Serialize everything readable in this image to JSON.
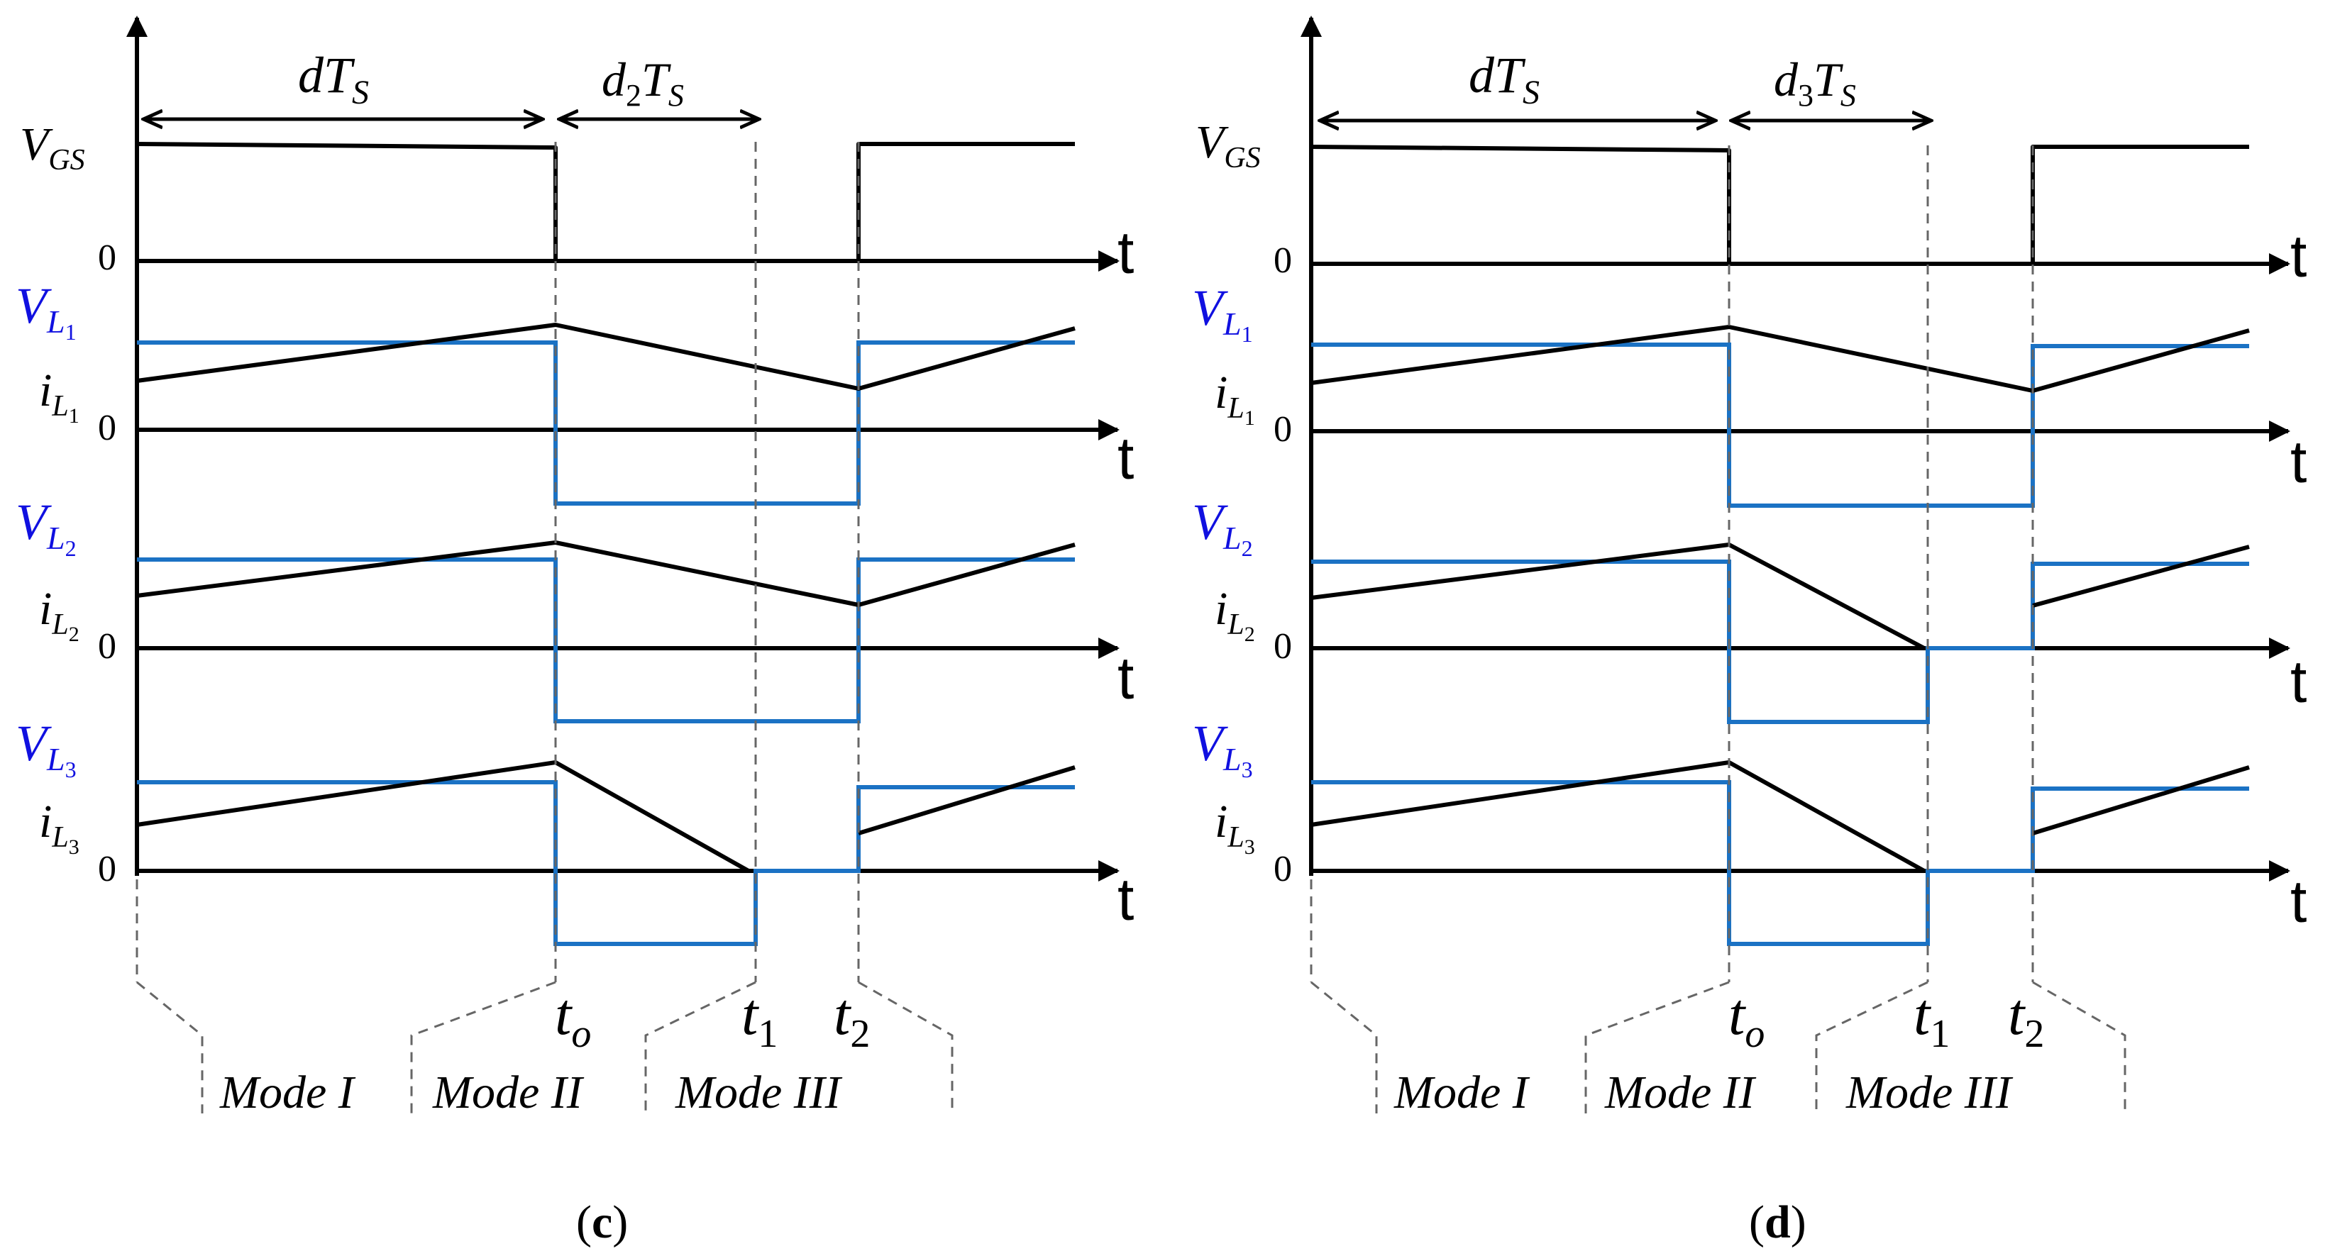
{
  "panels": [
    {
      "caption_open": "(",
      "caption_letter": "c",
      "caption_close": ")",
      "dTs_main": "dT",
      "dTs_sub": "S",
      "d2_main": "d",
      "d2_sub1": "2",
      "d2_T": "T",
      "d2_sub2": "S",
      "vgs_main": "V",
      "vgs_sub": "GS",
      "zero": "0",
      "t_label": "t",
      "vl1_main": "V",
      "vl1_sub": "L",
      "vl1_subsub": "1",
      "il1_main": "i",
      "il1_sub": "L",
      "il1_subsub": "1",
      "vl2_main": "V",
      "vl2_sub": "L",
      "vl2_subsub": "2",
      "il2_main": "i",
      "il2_sub": "L",
      "il2_subsub": "2",
      "vl3_main": "V",
      "vl3_sub": "L",
      "vl3_subsub": "3",
      "il3_main": "i",
      "il3_sub": "L",
      "il3_subsub": "3",
      "t0_main": "t",
      "t0_sub": "o",
      "t1_main": "t",
      "t1_sub": "1",
      "t2_main": "t",
      "t2_sub": "2",
      "mode1": "Mode I",
      "mode2": "Mode II",
      "mode3": "Mode III"
    },
    {
      "caption_open": "(",
      "caption_letter": "d",
      "caption_close": ")",
      "dTs_main": "dT",
      "dTs_sub": "S",
      "d2_main": "d",
      "d2_sub1": "3",
      "d2_T": "T",
      "d2_sub2": "S",
      "vgs_main": "V",
      "vgs_sub": "GS",
      "zero": "0",
      "t_label": "t",
      "vl1_main": "V",
      "vl1_sub": "L",
      "vl1_subsub": "1",
      "il1_main": "i",
      "il1_sub": "L",
      "il1_subsub": "1",
      "vl2_main": "V",
      "vl2_sub": "L",
      "vl2_subsub": "2",
      "il2_main": "i",
      "il2_sub": "L",
      "il2_subsub": "2",
      "vl3_main": "V",
      "vl3_sub": "L",
      "vl3_subsub": "3",
      "il3_main": "i",
      "il3_sub": "L",
      "il3_subsub": "3",
      "t0_main": "t",
      "t0_sub": "o",
      "t1_main": "t",
      "t1_sub": "1",
      "t2_main": "t",
      "t2_sub": "2",
      "mode1": "Mode I",
      "mode2": "Mode II",
      "mode3": "Mode III"
    }
  ],
  "colors": {
    "voltage": "#1b72c4",
    "label_blue": "#1010e0",
    "current": "#000000"
  }
}
